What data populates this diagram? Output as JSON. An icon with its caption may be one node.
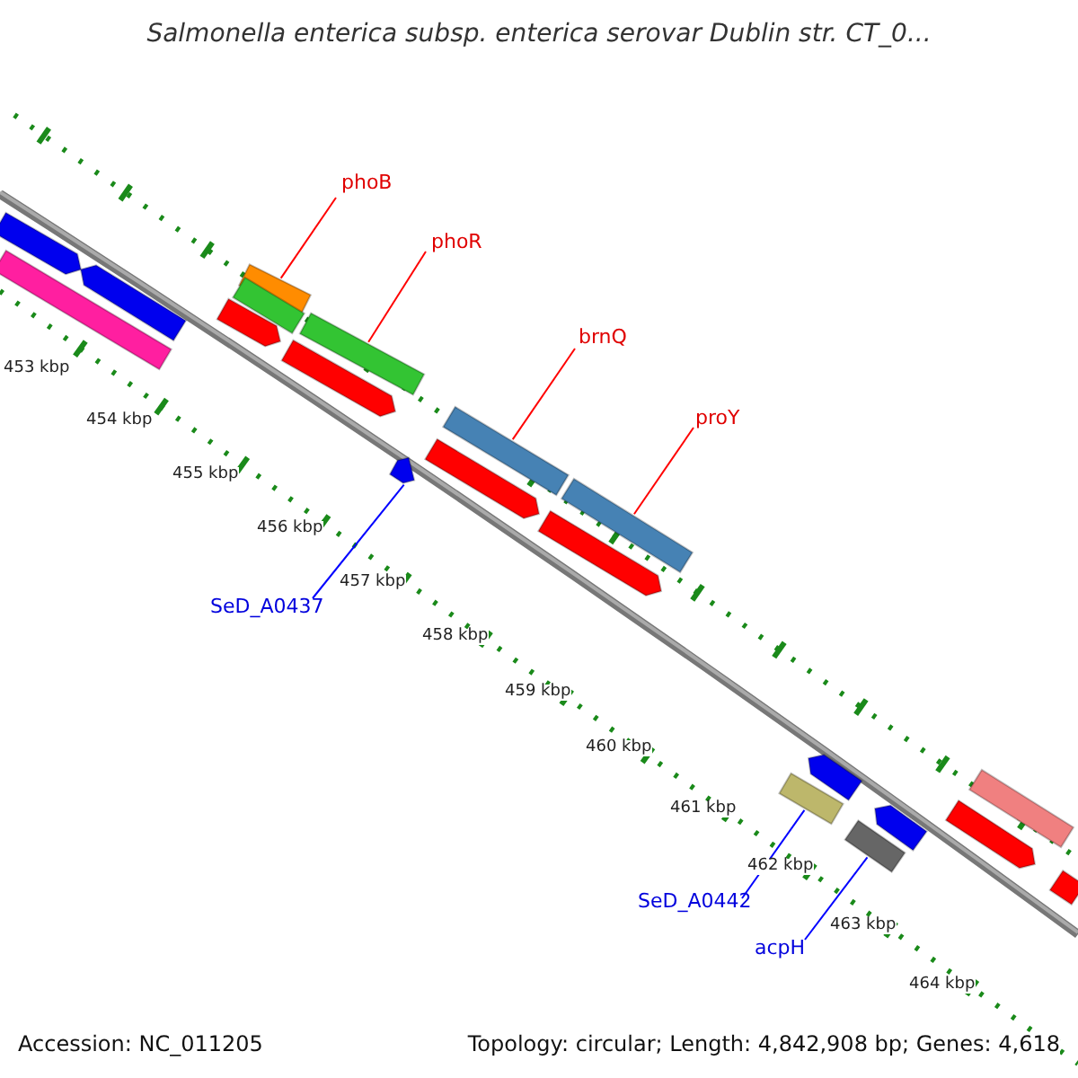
{
  "diagram": {
    "title": "Salmonella enterica subsp. enterica serovar Dublin str. CT_0...",
    "nodes": [
      {
        "text": [
          "phoB"
        ]
      },
      {
        "text": [],
        "shape": "bar"
      },
      {
        "text": [
          "phoR"
        ]
      },
      {
        "text": [],
        "shape": "bar"
      },
      {
        "text": [
          "brnQ"
        ]
      },
      {
        "text": [],
        "shape": "bar"
      },
      {
        "text": [
          "proY"
        ]
      },
      {
        "text": [],
        "shape": "bar"
      },
      {
        "text": [
          "SeD_A0437"
        ]
      },
      {
        "text": [],
        "shape": "bar"
      },
      {
        "text": [
          "SeD_A0442"
        ]
      },
      {
        "text": [],
        "shape": "bar"
      },
      {
        "text": [
          "acpH"
        ]
      },
      {
        "text": [],
        "shape": "bar"
      }
    ],
    "edges": [
      {
        "from": 0,
        "to": 1,
        "arrow": "none"
      },
      {
        "from": 2,
        "to": 3,
        "arrow": "none"
      },
      {
        "from": 4,
        "to": 5,
        "arrow": "none"
      },
      {
        "from": 6,
        "to": 7,
        "arrow": "none"
      },
      {
        "from": 8,
        "to": 9,
        "arrow": "none",
        "color": "#0000ff"
      },
      {
        "from": 10,
        "to": 11,
        "arrow": "none",
        "color": "#0000ff"
      },
      {
        "from": 12,
        "to": 13,
        "arrow": "none",
        "color": "#0000ff"
      }
    ],
    "labels": [
      "453 kbp",
      "454 kbp",
      "455 kbp",
      "456 kbp",
      "457 kbp",
      "458 kbp",
      "459 kbp",
      "460 kbp",
      "461 kbp",
      "462 kbp",
      "463 kbp",
      "464 kbp",
      "Accession: NC_011205",
      "Topology: circular; Length: 4,842,908 bp; Genes: 4,618"
    ]
  }
}
